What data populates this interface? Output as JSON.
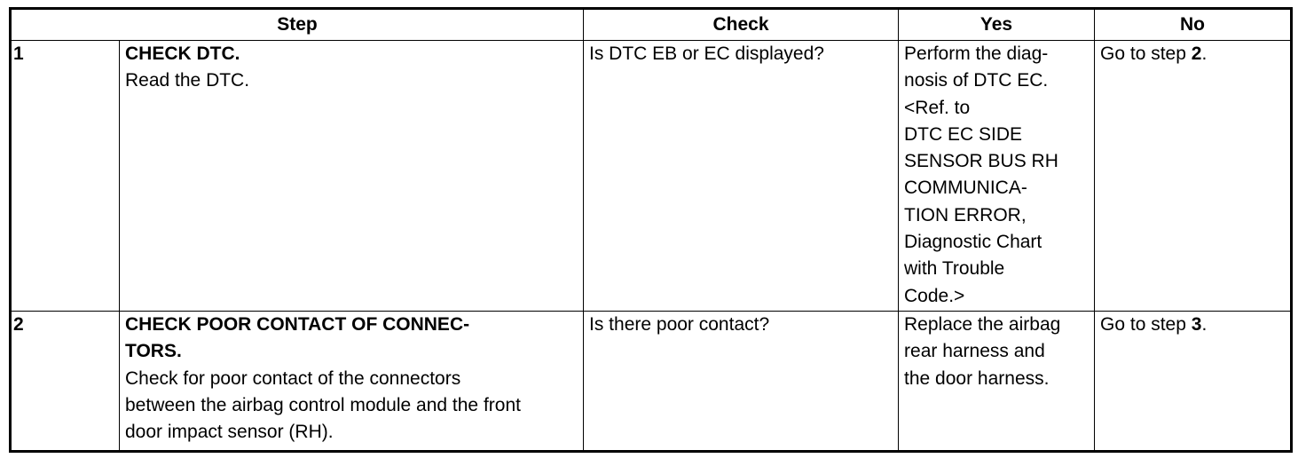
{
  "table": {
    "headers": {
      "step": "Step",
      "check": "Check",
      "yes": "Yes",
      "no": "No"
    },
    "rows": [
      {
        "number": "1",
        "title": "CHECK DTC.",
        "description": "Read the DTC.",
        "check": "Is DTC EB or EC displayed?",
        "yes": [
          "Perform the diag-",
          "nosis of DTC EC.",
          "<Ref. to",
          "DTC EC SIDE",
          "SENSOR BUS RH",
          "COMMUNICA-",
          "TION ERROR,",
          "Diagnostic Chart",
          "with Trouble",
          "Code.>"
        ],
        "no_prefix": "Go to step ",
        "no_step": "2",
        "no_suffix": "."
      },
      {
        "number": "2",
        "title": "CHECK POOR CONTACT OF CONNEC-\nTORS.",
        "description": "Check for poor contact of the connectors\nbetween the airbag control module and the front\ndoor impact sensor (RH).",
        "check": "Is there poor contact?",
        "yes": [
          "Replace the airbag",
          "rear harness and",
          "the door harness."
        ],
        "no_prefix": "Go to step ",
        "no_step": "3",
        "no_suffix": "."
      }
    ]
  }
}
